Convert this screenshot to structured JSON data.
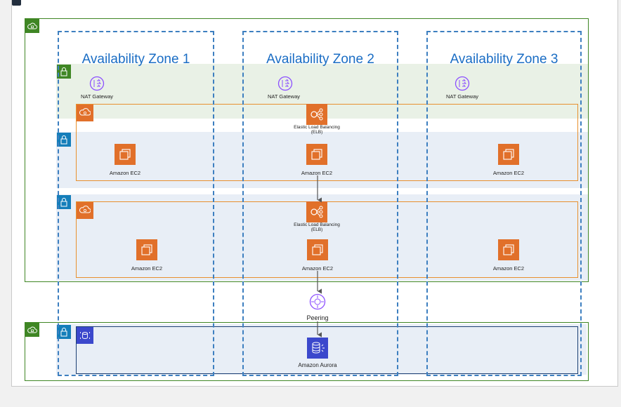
{
  "zones": [
    {
      "title": "Availability Zone 1"
    },
    {
      "title": "Availability Zone 2"
    },
    {
      "title": "Availability Zone 3"
    }
  ],
  "services": {
    "nat_gateway": "NAT Gateway",
    "elb": "Elastic Load Balancing\n(ELB)",
    "elb_line1": "Elastic Load Balancing",
    "elb_line2": "(ELB)",
    "ec2": "Amazon EC2",
    "peering": "Peering",
    "aurora": "Amazon Aurora"
  },
  "colors": {
    "vpc_border": "#3f8624",
    "public_subnet": "#e9f1e6",
    "private_subnet": "#e8eef6",
    "az_border": "#3d7fc0",
    "compute": "#e1702a",
    "database": "#3b48cc",
    "peering": "#8c4fff"
  }
}
